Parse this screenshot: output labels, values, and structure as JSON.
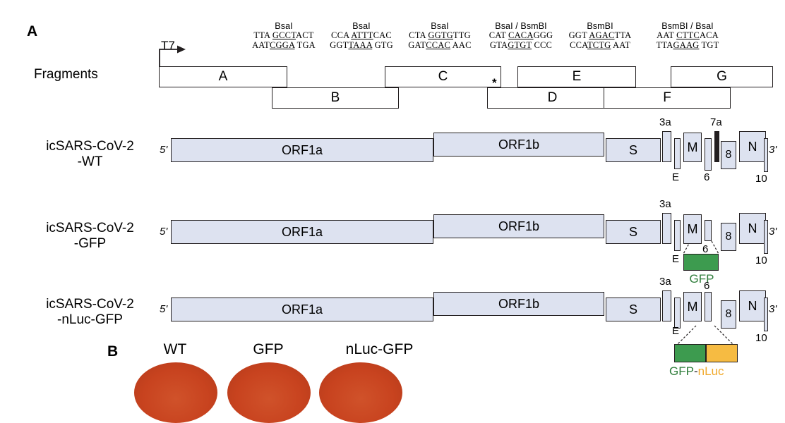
{
  "figure": {
    "panel_a_letter": "A",
    "panel_b_letter": "B",
    "fragments_label": "Fragments",
    "t7_label": "T7",
    "asterisk": "*"
  },
  "junctions": [
    {
      "name": "BsaI",
      "top": "TTA GCCTACT",
      "bottom": "AATCGGA TGA",
      "top_plain1": "TTA ",
      "top_u": "GCCT",
      "top_plain2": "ACT",
      "bot_plain1": "AAT",
      "bot_u": "CGGA",
      "bot_plain2": " TGA"
    },
    {
      "name": "BsaI",
      "top": "CCA ATTTCAC",
      "bottom": "GGTTAAA GTG",
      "top_plain1": "CCA ",
      "top_u": "ATTT",
      "top_plain2": "CAC",
      "bot_plain1": "GGT",
      "bot_u": "TAAA",
      "bot_plain2": " GTG"
    },
    {
      "name": "BsaI",
      "top": "CTA GGTGTTG",
      "bottom": "GATCCAC AAC",
      "top_plain1": "CTA ",
      "top_u": "GGTG",
      "top_plain2": "TTG",
      "bot_plain1": "GAT",
      "bot_u": "CCAC",
      "bot_plain2": " AAC"
    },
    {
      "name": "BsaI / BsmBI",
      "top": "CAT CACAGGG",
      "bottom": "GTAGTGT CCC",
      "top_plain1": "CAT ",
      "top_u": "CACA",
      "top_plain2": "GGG",
      "bot_plain1": "GTA",
      "bot_u": "GTGT",
      "bot_plain2": " CCC"
    },
    {
      "name": "BsmBI",
      "top": "GGT AGACTTA",
      "bottom": "CCATCTG AAT",
      "top_plain1": "GGT ",
      "top_u": "AGAC",
      "top_plain2": "TTA",
      "bot_plain1": "CCA",
      "bot_u": "TCTG",
      "bot_plain2": " AAT"
    },
    {
      "name": "BsmBI / BsaI",
      "top": "AAT CTTCACA",
      "bottom": "TTAGAAG TGT",
      "top_plain1": "AAT ",
      "top_u": "CTTC",
      "top_plain2": "ACA",
      "bot_plain1": "TTA",
      "bot_u": "GAAG",
      "bot_plain2": " TGT"
    }
  ],
  "fragments": [
    {
      "id": "A"
    },
    {
      "id": "B"
    },
    {
      "id": "C"
    },
    {
      "id": "D"
    },
    {
      "id": "E"
    },
    {
      "id": "F"
    },
    {
      "id": "G"
    }
  ],
  "genomes": [
    {
      "name_line1": "icSARS-CoV-2",
      "name_line2": "-WT",
      "five_prime": "5'",
      "three_prime": "3'",
      "genes": [
        "ORF1a",
        "ORF1b",
        "S",
        "3a",
        "E",
        "M",
        "6",
        "7a",
        "8",
        "N",
        "10"
      ],
      "insert": null
    },
    {
      "name_line1": "icSARS-CoV-2",
      "name_line2": "-GFP",
      "five_prime": "5'",
      "three_prime": "3'",
      "genes": [
        "ORF1a",
        "ORF1b",
        "S",
        "3a",
        "E",
        "M",
        "6",
        "8",
        "N",
        "10"
      ],
      "insert": {
        "parts": [
          {
            "label": "GFP",
            "color": "#3d9b4f"
          }
        ],
        "caption": "GFP"
      }
    },
    {
      "name_line1": "icSARS-CoV-2",
      "name_line2": "-nLuc-GFP",
      "five_prime": "5'",
      "three_prime": "3'",
      "genes": [
        "ORF1a",
        "ORF1b",
        "S",
        "3a",
        "E",
        "M",
        "6",
        "8",
        "N",
        "10"
      ],
      "insert": {
        "parts": [
          {
            "label": "GFP",
            "color": "#3d9b4f"
          },
          {
            "label": "nLuc",
            "color": "#f6bb42"
          }
        ],
        "caption_gfp": "GFP",
        "caption_dash": "-",
        "caption_nluc": "nLuc"
      }
    }
  ],
  "panel_b": {
    "wells": [
      {
        "label": "WT"
      },
      {
        "label": "GFP"
      },
      {
        "label": "nLuc-GFP"
      }
    ]
  },
  "colors": {
    "gene_fill": "#dde2f0",
    "outline": "#231f20",
    "gfp_green": "#3d9b4f",
    "nluc_orange": "#f6bb42",
    "well_media": "#c8431f"
  }
}
